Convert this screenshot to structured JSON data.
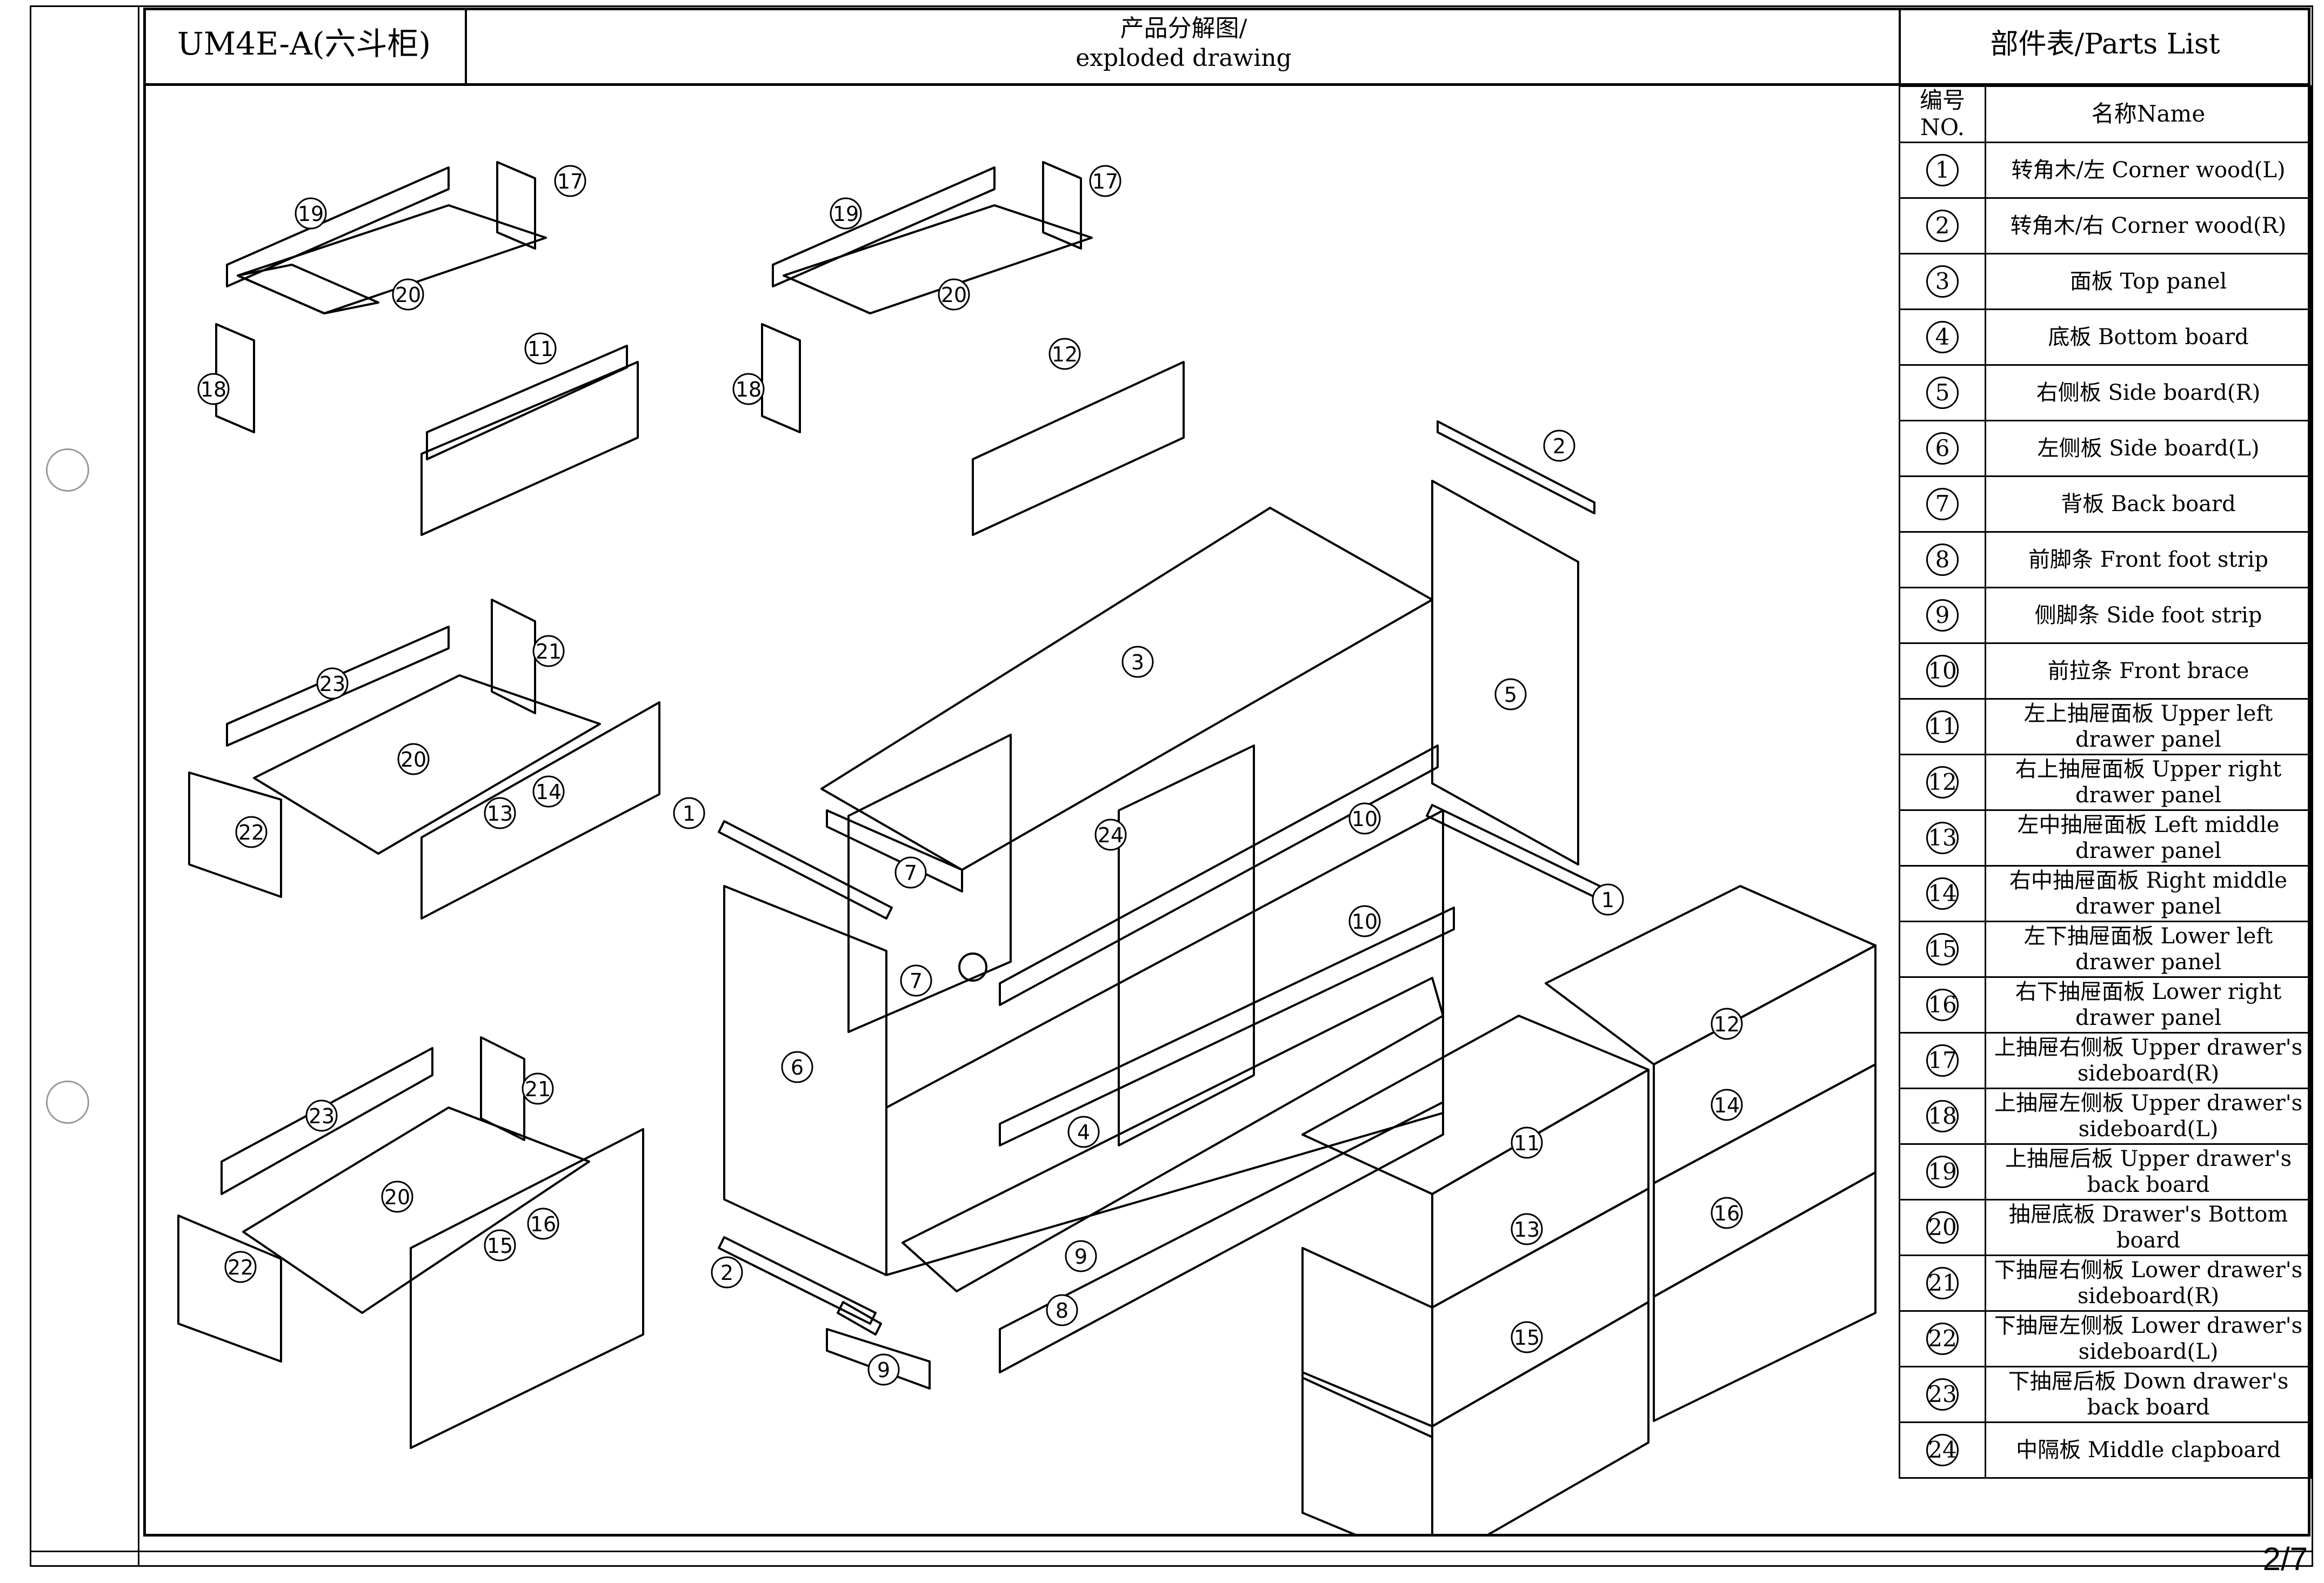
{
  "header": {
    "model": "UM4E-A(六斗柜)",
    "title_cn": "产品分解图/",
    "title_en": "exploded drawing",
    "parts_title": "部件表/Parts List"
  },
  "parts_table": {
    "col_no": "编号NO.",
    "col_name": "名称Name",
    "rows": [
      {
        "no": "1",
        "name": "转角木/左 Corner wood(L)"
      },
      {
        "no": "2",
        "name": "转角木/右 Corner wood(R)"
      },
      {
        "no": "3",
        "name": "面板 Top panel"
      },
      {
        "no": "4",
        "name": "底板 Bottom board"
      },
      {
        "no": "5",
        "name": "右侧板 Side board(R)"
      },
      {
        "no": "6",
        "name": "左侧板 Side board(L)"
      },
      {
        "no": "7",
        "name": "背板 Back board"
      },
      {
        "no": "8",
        "name": "前脚条 Front foot strip"
      },
      {
        "no": "9",
        "name": "侧脚条 Side foot strip"
      },
      {
        "no": "10",
        "name": "前拉条 Front brace"
      },
      {
        "no": "11",
        "name": "左上抽屉面板 Upper left drawer panel"
      },
      {
        "no": "12",
        "name": "右上抽屉面板 Upper right drawer panel"
      },
      {
        "no": "13",
        "name": "左中抽屉面板 Left middle drawer panel"
      },
      {
        "no": "14",
        "name": "右中抽屉面板 Right middle drawer panel"
      },
      {
        "no": "15",
        "name": "左下抽屉面板 Lower left drawer panel"
      },
      {
        "no": "16",
        "name": "右下抽屉面板 Lower right drawer panel"
      },
      {
        "no": "17",
        "name": "上抽屉右侧板 Upper drawer's sideboard(R)"
      },
      {
        "no": "18",
        "name": "上抽屉左侧板 Upper drawer's sideboard(L)"
      },
      {
        "no": "19",
        "name": "上抽屉后板 Upper drawer's back board"
      },
      {
        "no": "20",
        "name": "抽屉底板 Drawer's Bottom board"
      },
      {
        "no": "21",
        "name": "下抽屉右侧板 Lower drawer's sideboard(R)"
      },
      {
        "no": "22",
        "name": "下抽屉左侧板 Lower drawer's sideboard(L)"
      },
      {
        "no": "23",
        "name": "下抽屉后板 Down drawer's back board"
      },
      {
        "no": "24",
        "name": "中隔板 Middle clapboard"
      }
    ]
  },
  "drawing_labels": {
    "d1": [
      "19",
      "17",
      "20",
      "11",
      "18"
    ],
    "d2": [
      "19",
      "17",
      "20",
      "12",
      "18"
    ],
    "d3": [
      "23",
      "21",
      "20",
      "14",
      "13",
      "22"
    ],
    "d4": [
      "23",
      "21",
      "20",
      "16",
      "15",
      "22"
    ],
    "cabinet": [
      "2",
      "3",
      "5",
      "1",
      "10",
      "10",
      "1",
      "24",
      "7",
      "7",
      "6",
      "4",
      "9",
      "2",
      "8",
      "9",
      "12",
      "14",
      "16",
      "11",
      "13",
      "15"
    ]
  },
  "footer": {
    "page": "2/7"
  }
}
